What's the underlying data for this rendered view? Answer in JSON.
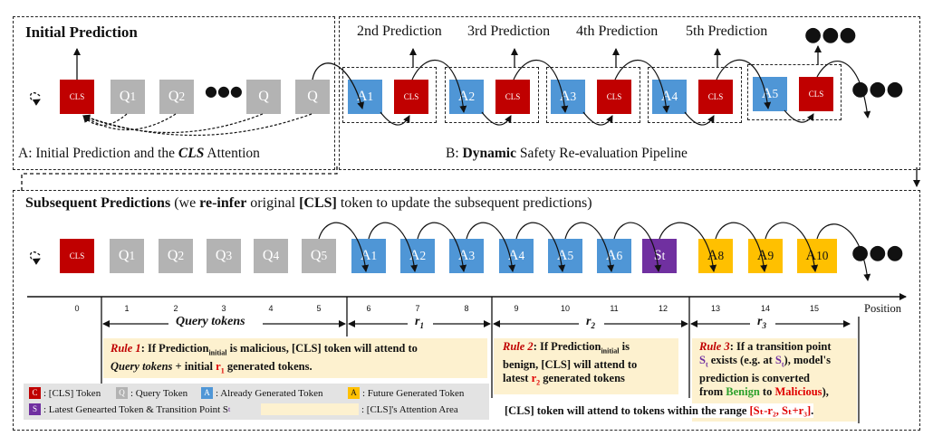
{
  "panel_a": {
    "title": "Initial Prediction",
    "caption_prefix": "A: Initial Prediction and the ",
    "caption_em": "CLS",
    "caption_suffix": " Attention",
    "tokens": [
      {
        "kind": "cls",
        "label": "CLS"
      },
      {
        "kind": "q",
        "label": "Q",
        "sub": "1"
      },
      {
        "kind": "q",
        "label": "Q",
        "sub": "2"
      },
      {
        "kind": "q",
        "label": "Q",
        "sub": ""
      },
      {
        "kind": "q",
        "label": "Q",
        "sub": ""
      }
    ],
    "ellipsis": "●●●"
  },
  "panel_b": {
    "headers": [
      "2nd Prediction",
      "3rd Prediction",
      "4th Prediction",
      "5th Prediction"
    ],
    "caption_prefix": "B: ",
    "caption_bold": "Dynamic",
    "caption_suffix": " Safety Re-evaluation Pipeline",
    "pairs": [
      {
        "a": "A",
        "sub": "1",
        "cls": "CLS"
      },
      {
        "a": "A",
        "sub": "2",
        "cls": "CLS"
      },
      {
        "a": "A",
        "sub": "3",
        "cls": "CLS"
      },
      {
        "a": "A",
        "sub": "4",
        "cls": "CLS"
      },
      {
        "a": "A",
        "sub": "5",
        "cls": "CLS"
      }
    ],
    "ellipsis": "●●●"
  },
  "panel_c": {
    "title_bold": "Subsequent Predictions",
    "title_rest_1": " (we ",
    "title_bold2": "re-infer",
    "title_rest_2": " original ",
    "title_bold3": "[CLS]",
    "title_rest_3": " token to update the subsequent predictions)",
    "tokens": [
      {
        "kind": "cls",
        "label": "CLS",
        "sub": ""
      },
      {
        "kind": "q",
        "label": "Q",
        "sub": "1"
      },
      {
        "kind": "q",
        "label": "Q",
        "sub": "2"
      },
      {
        "kind": "q",
        "label": "Q",
        "sub": "3"
      },
      {
        "kind": "q",
        "label": "Q",
        "sub": "4"
      },
      {
        "kind": "q",
        "label": "Q",
        "sub": "5"
      },
      {
        "kind": "a",
        "label": "A",
        "sub": "1"
      },
      {
        "kind": "a",
        "label": "A",
        "sub": "2"
      },
      {
        "kind": "a",
        "label": "A",
        "sub": "3"
      },
      {
        "kind": "a",
        "label": "A",
        "sub": "4"
      },
      {
        "kind": "a",
        "label": "A",
        "sub": "5"
      },
      {
        "kind": "a",
        "label": "A",
        "sub": "6"
      },
      {
        "kind": "s",
        "label": "S",
        "sub": "t"
      },
      {
        "kind": "f",
        "label": "A",
        "sub": "8"
      },
      {
        "kind": "f",
        "label": "A",
        "sub": "9"
      },
      {
        "kind": "f",
        "label": "A",
        "sub": "10"
      }
    ],
    "ellipsis": "●●●",
    "position_label": "Position",
    "positions": [
      "0",
      "1",
      "2",
      "3",
      "4",
      "5",
      "6",
      "7",
      "8",
      "9",
      "10",
      "11",
      "12",
      "13",
      "14",
      "15"
    ],
    "segments": [
      {
        "label": "Query tokens"
      },
      {
        "label": "r",
        "sub": "1"
      },
      {
        "label": "r",
        "sub": "2"
      },
      {
        "label": "r",
        "sub": "3"
      }
    ]
  },
  "rules": {
    "rule1": {
      "label": "Rule 1",
      "t1": ": If Prediction",
      "sub": "initial",
      "t2": " is malicious, [CLS] token will attend to",
      "t3_em": "Query tokens",
      "t4": " + initial ",
      "r": "r",
      "rsub": "1",
      "t5": " generated tokens."
    },
    "rule2": {
      "label": "Rule 2",
      "t1": ": If Prediction",
      "sub": "initial",
      "t2": " is",
      "t3": "benign, [CLS] will attend to",
      "t4": "latest ",
      "r": "r",
      "rsub": "2",
      "t5": " generated tokens"
    },
    "rule3": {
      "label": "Rule 3",
      "t1": ": If a transition point",
      "s": "S",
      "ssub": "t",
      "t2": " exists (e.g. at ",
      "t3": "), model's",
      "t4": "prediction is converted",
      "t5": "from ",
      "benign": "Benign",
      "to": " to ",
      "malicious": "Malicious",
      "t6": "),"
    },
    "range": {
      "text": "[CLS] token will attend to tokens within the range ",
      "expr": "[Sₜ-r₂, Sₜ+r₃]",
      "end": "."
    }
  },
  "legend": {
    "items": [
      {
        "swatch": "C",
        "color": "#c00000",
        "label": ": [CLS] Token"
      },
      {
        "swatch": "Q",
        "color": "#b3b3b3",
        "label": ": Query Token"
      },
      {
        "swatch": "A",
        "color": "#4f96d6",
        "label": ": Already Generated Token"
      },
      {
        "swatch": "A",
        "color": "#ffc000",
        "label": ": Future Generated Token"
      },
      {
        "swatch": "S",
        "color": "#7030a0",
        "label": ": Latest Genearted Token & Transition Point S"
      },
      {
        "swatch": "",
        "color": "#fdf1cf",
        "label": ": [CLS]'s Attention Area"
      }
    ],
    "s_sub": "t"
  },
  "colors": {
    "cls": "#c00000",
    "query": "#b3b3b3",
    "generated": "#4f96d6",
    "transition": "#7030a0",
    "future": "#ffc000",
    "attention": "#fdf1cf"
  }
}
